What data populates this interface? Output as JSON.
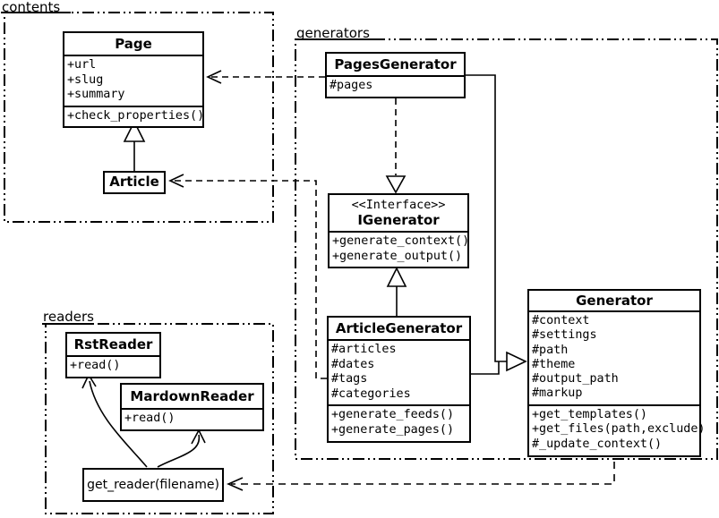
{
  "packages": {
    "contents": {
      "label": "contents"
    },
    "generators": {
      "label": "generators"
    },
    "readers": {
      "label": "readers"
    }
  },
  "classes": {
    "page": {
      "title": "Page",
      "attrs": [
        "+url",
        "+slug",
        "+summary"
      ],
      "methods": [
        "+check_properties()"
      ]
    },
    "article": {
      "title": "Article"
    },
    "pages_generator": {
      "title": "PagesGenerator",
      "attrs": [
        "#pages"
      ]
    },
    "igenerator": {
      "stereotype": "<<Interface>>",
      "title": "IGenerator",
      "methods": [
        "+generate_context()",
        "+generate_output()"
      ]
    },
    "article_generator": {
      "title": "ArticleGenerator",
      "attrs": [
        "#articles",
        "#dates",
        "#tags",
        "#categories"
      ],
      "methods": [
        "+generate_feeds()",
        "+generate_pages()"
      ]
    },
    "generator": {
      "title": "Generator",
      "attrs": [
        "#context",
        "#settings",
        "#path",
        "#theme",
        "#output_path",
        "#markup"
      ],
      "methods": [
        "+get_templates()",
        "+get_files(path,exclude)",
        "#_update_context()"
      ]
    },
    "rst_reader": {
      "title": "RstReader",
      "methods": [
        "+read()"
      ]
    },
    "mardown_reader": {
      "title": "MardownReader",
      "methods": [
        "+read()"
      ]
    },
    "get_reader": {
      "label": "get_reader(filename)"
    }
  },
  "relations": [
    {
      "type": "dependency-dashed",
      "from": "PagesGenerator",
      "to": "Page"
    },
    {
      "type": "dependency-dashed",
      "from": "ArticleGenerator",
      "to": "Article"
    },
    {
      "type": "generalization",
      "from": "Article",
      "to": "Page"
    },
    {
      "type": "realization-dashed",
      "from": "PagesGenerator",
      "to": "IGenerator"
    },
    {
      "type": "realization",
      "from": "ArticleGenerator",
      "to": "IGenerator"
    },
    {
      "type": "generalization",
      "from": "PagesGenerator",
      "to": "Generator"
    },
    {
      "type": "generalization",
      "from": "ArticleGenerator",
      "to": "Generator"
    },
    {
      "type": "dependency-dashed",
      "from": "Generator",
      "to": "get_reader(filename)"
    },
    {
      "type": "arrow-curved",
      "from": "get_reader(filename)",
      "to": "RstReader"
    },
    {
      "type": "arrow-curved",
      "from": "get_reader(filename)",
      "to": "MardownReader"
    }
  ],
  "colors": {
    "line": "#000000",
    "background": "#ffffff"
  }
}
